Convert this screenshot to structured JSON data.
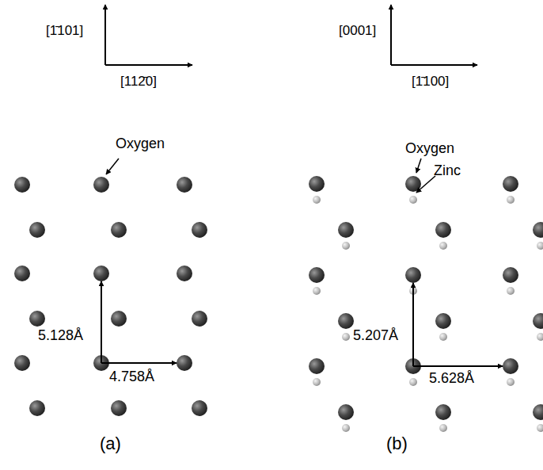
{
  "diagram": {
    "labels": [
      "[1̄101]",
      "[112̄0]",
      "Oxygen",
      "5.128Å",
      "4.758Å",
      "(a)",
      "[0001]",
      "[1̄100]",
      "Oxygen",
      "Zinc",
      "5.207Å",
      "5.628Å",
      "(b)"
    ]
  }
}
